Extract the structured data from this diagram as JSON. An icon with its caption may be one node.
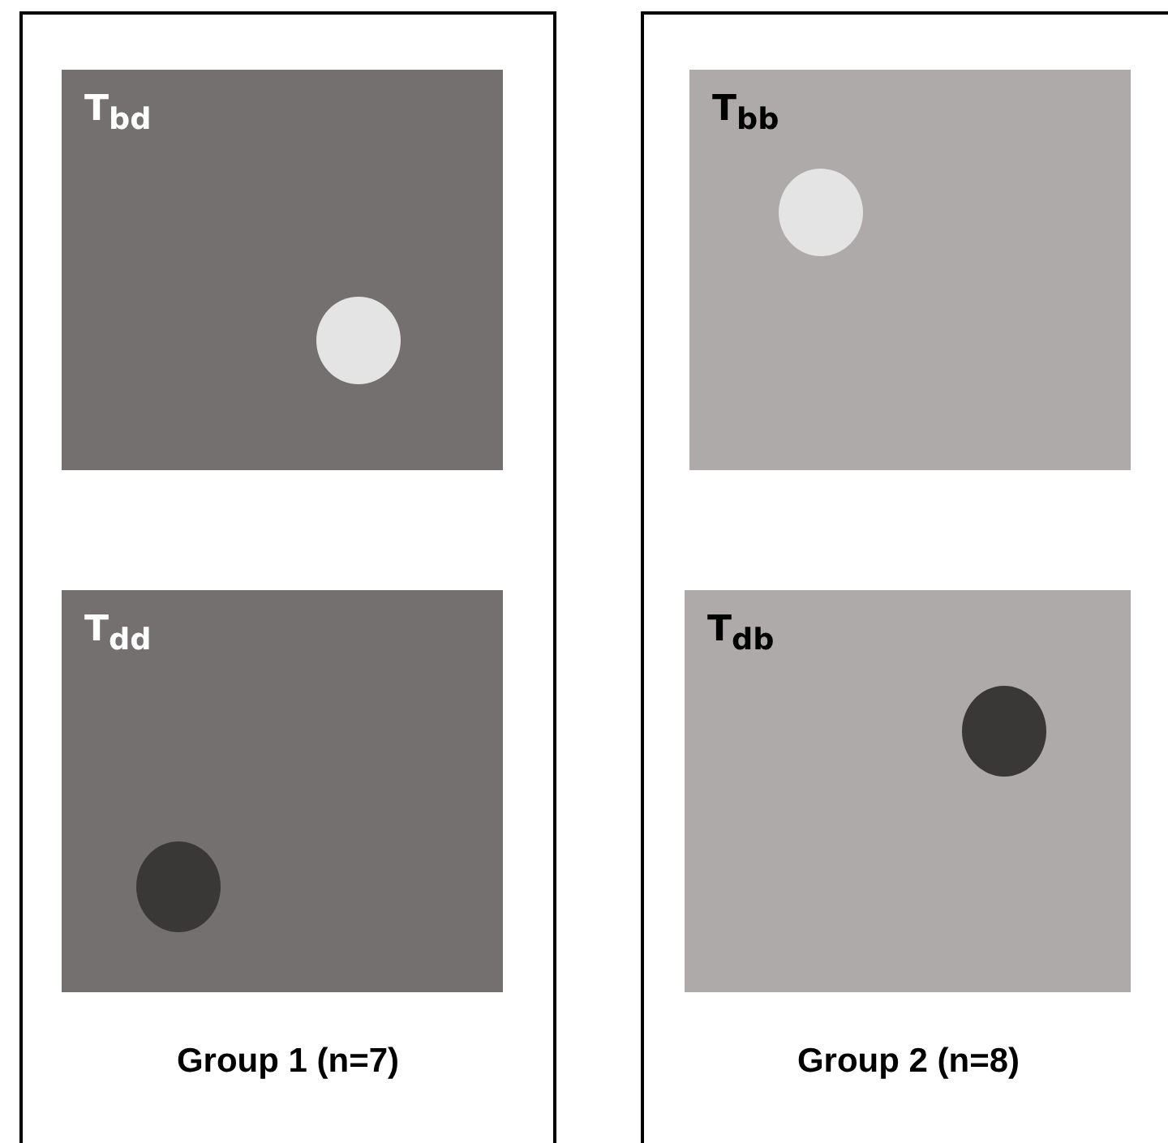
{
  "diagram": {
    "nodes": [
      {
        "text": [
          "Group 1 (n=7)"
        ]
      },
      {
        "text": [
          "T$_{bd}$"
        ],
        "in": 0
      },
      {
        "text": [
          "T$_{dd}$"
        ],
        "in": 0
      },
      {
        "text": [
          "Group 2 (n=8)"
        ]
      },
      {
        "text": [
          "T$_{bb}$"
        ],
        "in": 3
      },
      {
        "text": [
          "T$_{db}$"
        ],
        "in": 3
      }
    ]
  }
}
